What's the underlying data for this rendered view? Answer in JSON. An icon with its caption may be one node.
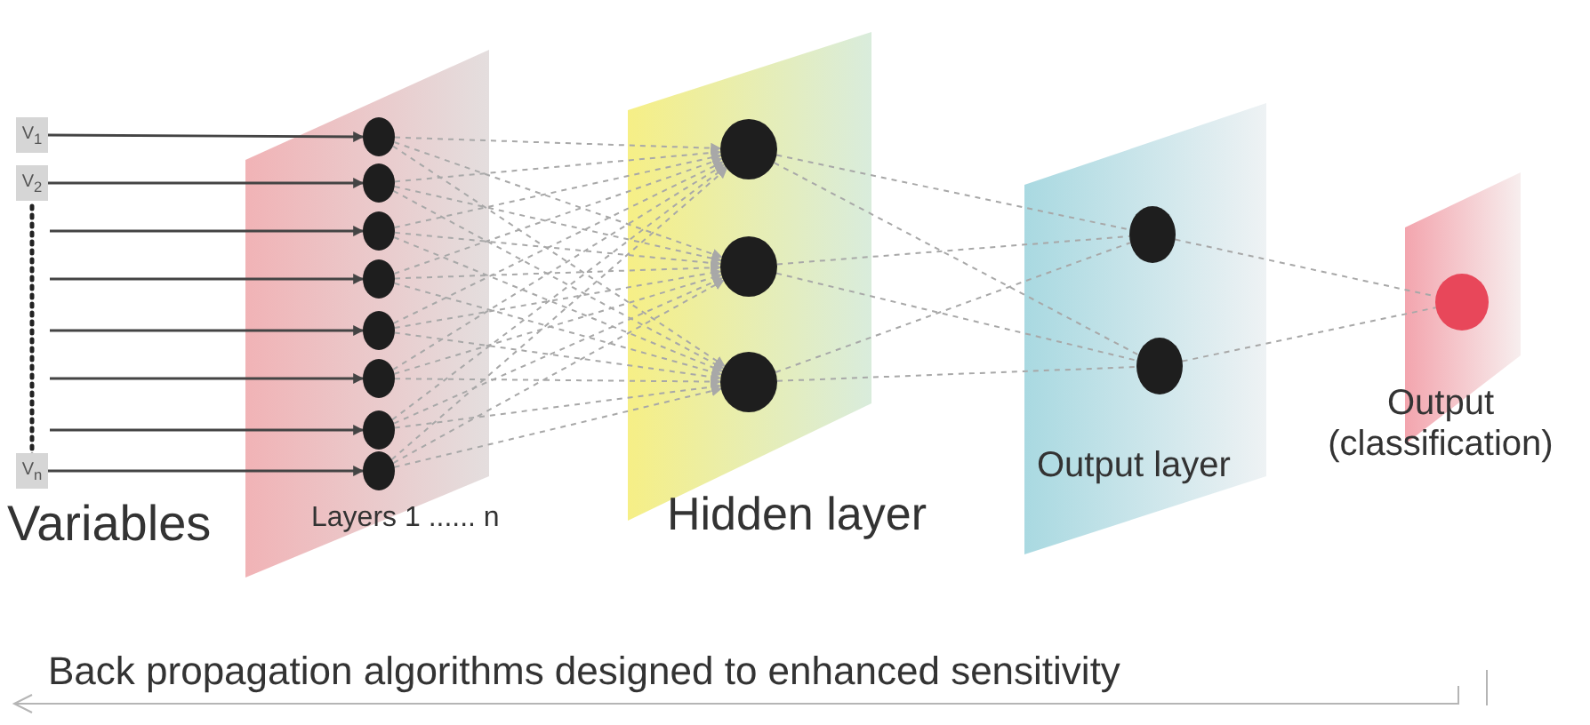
{
  "diagram": {
    "nodes": [
      {
        "text": [
          "V$_{1}$"
        ]
      },
      {
        "text": [
          "V$_{2}$"
        ]
      },
      {
        "text": [
          "V$_{n}$"
        ]
      },
      {
        "text": [
          "Layers 1 ...... n"
        ]
      },
      {
        "text": [],
        "shape": "circle",
        "in": 3
      },
      {
        "text": [],
        "shape": "circle",
        "in": 3
      },
      {
        "text": [],
        "shape": "circle",
        "in": 3
      },
      {
        "text": [],
        "shape": "circle",
        "in": 3
      },
      {
        "text": [],
        "shape": "circle",
        "in": 3
      },
      {
        "text": [],
        "shape": "circle",
        "in": 3
      },
      {
        "text": [],
        "shape": "circle",
        "in": 3
      },
      {
        "text": [],
        "shape": "circle",
        "in": 3
      },
      {
        "text": [
          "Hidden layer"
        ]
      },
      {
        "text": [],
        "shape": "circle",
        "in": 12
      },
      {
        "text": [],
        "shape": "circle",
        "in": 12
      },
      {
        "text": [],
        "shape": "circle",
        "in": 12
      },
      {
        "text": [
          "Output layer"
        ]
      },
      {
        "text": [],
        "shape": "circle",
        "in": 16
      },
      {
        "text": [],
        "shape": "circle",
        "in": 16
      },
      {
        "text": [
          "Output (classification)"
        ]
      },
      {
        "text": [],
        "shape": "circle",
        "in": 19
      }
    ],
    "edges": [
      {
        "from": 0,
        "to": 4,
        "arrow": "to",
        "color": "#444444"
      },
      {
        "from": 1,
        "to": 5,
        "arrow": "to",
        "color": "#444444"
      },
      {
        "from": null,
        "to": 6,
        "arrow": "to",
        "color": "#444444"
      },
      {
        "from": null,
        "to": 7,
        "arrow": "to",
        "color": "#444444"
      },
      {
        "from": null,
        "to": 8,
        "arrow": "to",
        "color": "#444444"
      },
      {
        "from": null,
        "to": 9,
        "arrow": "to",
        "color": "#444444"
      },
      {
        "from": null,
        "to": 10,
        "arrow": "to",
        "color": "#444444"
      },
      {
        "from": 2,
        "to": 11,
        "arrow": "to",
        "color": "#444444"
      },
      {
        "from": 4,
        "to": 13,
        "arrow": "to",
        "style": "dashed"
      },
      {
        "from": 4,
        "to": 14,
        "arrow": "to",
        "style": "dashed"
      },
      {
        "from": 4,
        "to": 15,
        "arrow": "to",
        "style": "dashed"
      },
      {
        "from": 5,
        "to": 13,
        "arrow": "to",
        "style": "dashed"
      },
      {
        "from": 5,
        "to": 14,
        "arrow": "to",
        "style": "dashed"
      },
      {
        "from": 5,
        "to": 15,
        "arrow": "to",
        "style": "dashed"
      },
      {
        "from": 6,
        "to": 13,
        "arrow": "to",
        "style": "dashed"
      },
      {
        "from": 6,
        "to": 14,
        "arrow": "to",
        "style": "dashed"
      },
      {
        "from": 6,
        "to": 15,
        "arrow": "to",
        "style": "dashed"
      },
      {
        "from": 7,
        "to": 13,
        "arrow": "to",
        "style": "dashed"
      },
      {
        "from": 7,
        "to": 14,
        "arrow": "to",
        "style": "dashed"
      },
      {
        "from": 7,
        "to": 15,
        "arrow": "to",
        "style": "dashed"
      },
      {
        "from": 8,
        "to": 13,
        "arrow": "to",
        "style": "dashed"
      },
      {
        "from": 8,
        "to": 14,
        "arrow": "to",
        "style": "dashed"
      },
      {
        "from": 8,
        "to": 15,
        "arrow": "to",
        "style": "dashed"
      },
      {
        "from": 9,
        "to": 13,
        "arrow": "to",
        "style": "dashed"
      },
      {
        "from": 9,
        "to": 14,
        "arrow": "to",
        "style": "dashed"
      },
      {
        "from": 9,
        "to": 15,
        "arrow": "to",
        "style": "dashed"
      },
      {
        "from": 10,
        "to": 13,
        "arrow": "to",
        "style": "dashed"
      },
      {
        "from": 10,
        "to": 14,
        "arrow": "to",
        "style": "dashed"
      },
      {
        "from": 10,
        "to": 15,
        "arrow": "to",
        "style": "dashed"
      },
      {
        "from": 11,
        "to": 13,
        "arrow": "to",
        "style": "dashed"
      },
      {
        "from": 11,
        "to": 14,
        "arrow": "to",
        "style": "dashed"
      },
      {
        "from": 11,
        "to": 15,
        "arrow": "to",
        "style": "dashed"
      },
      {
        "from": 13,
        "to": 17,
        "arrow": "none",
        "style": "dashed"
      },
      {
        "from": 13,
        "to": 18,
        "arrow": "none",
        "style": "dashed"
      },
      {
        "from": 14,
        "to": 17,
        "arrow": "none",
        "style": "dashed"
      },
      {
        "from": 14,
        "to": 18,
        "arrow": "none",
        "style": "dashed"
      },
      {
        "from": 15,
        "to": 17,
        "arrow": "none",
        "style": "dashed"
      },
      {
        "from": 15,
        "to": 18,
        "arrow": "none",
        "style": "dashed"
      },
      {
        "from": 17,
        "to": 20,
        "arrow": "none",
        "style": "dashed"
      },
      {
        "from": 18,
        "to": 20,
        "arrow": "none",
        "style": "dashed"
      }
    ],
    "labels": [
      "Variables",
      "Back propagation algorithms designed to enhanced sensitivity"
    ]
  }
}
